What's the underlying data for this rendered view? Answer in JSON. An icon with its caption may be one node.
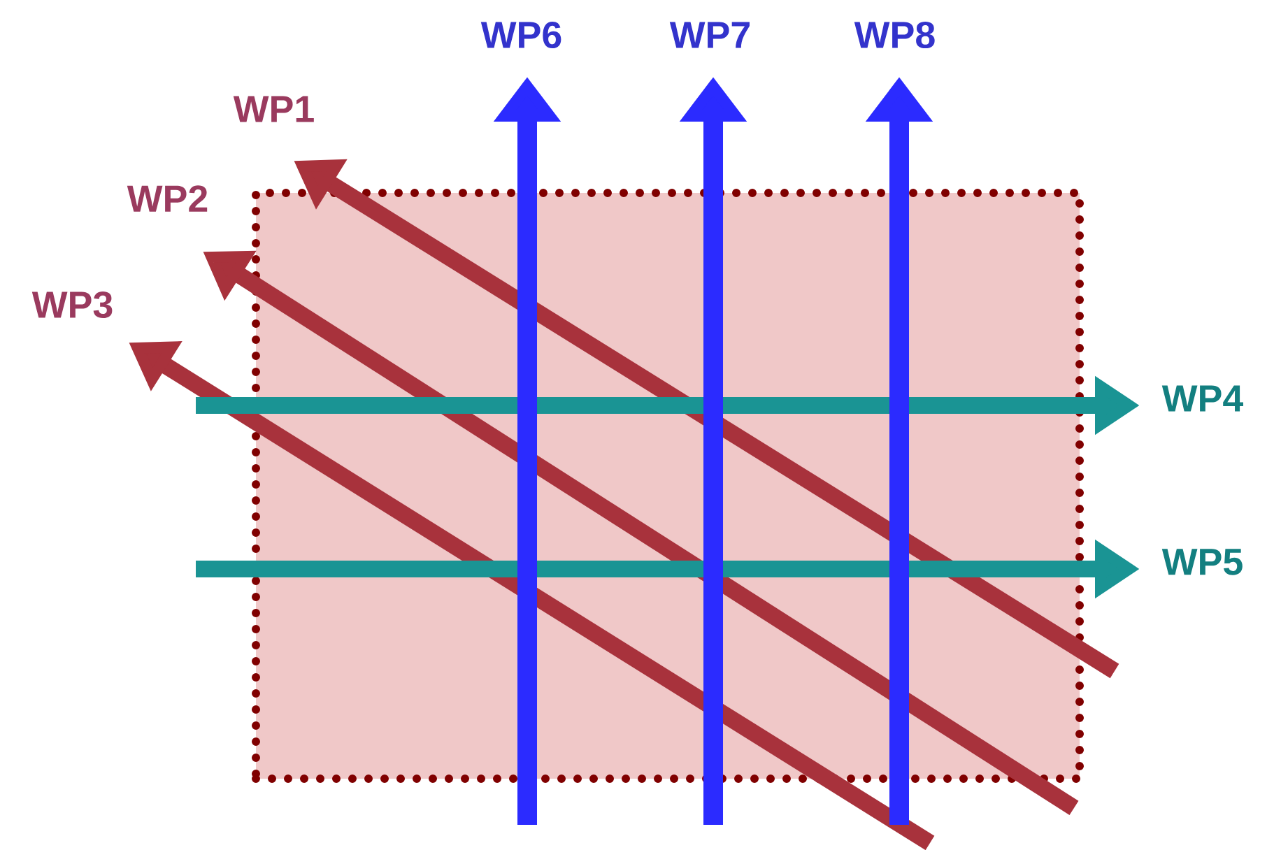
{
  "diagram": {
    "nodes": [
      {
        "text": [],
        "shape": "box"
      },
      {
        "text": [
          "WP1"
        ]
      },
      {
        "text": [
          "WP2"
        ]
      },
      {
        "text": [
          "WP3"
        ]
      },
      {
        "text": [
          "WP4"
        ]
      },
      {
        "text": [
          "WP5"
        ]
      },
      {
        "text": [
          "WP6"
        ]
      },
      {
        "text": [
          "WP7"
        ]
      },
      {
        "text": [
          "WP8"
        ]
      }
    ],
    "edges": [
      {
        "from": null,
        "to": 1,
        "arrow": "to",
        "color": "#a8323c"
      },
      {
        "from": null,
        "to": 2,
        "arrow": "to",
        "color": "#a8323c"
      },
      {
        "from": null,
        "to": 3,
        "arrow": "to",
        "color": "#a8323c"
      },
      {
        "from": null,
        "to": 4,
        "arrow": "to",
        "color": "#1a9494"
      },
      {
        "from": null,
        "to": 5,
        "arrow": "to",
        "color": "#1a9494"
      },
      {
        "from": null,
        "to": 6,
        "arrow": "to",
        "color": "#2b2bff"
      },
      {
        "from": null,
        "to": 7,
        "arrow": "to",
        "color": "#2b2bff"
      },
      {
        "from": null,
        "to": 8,
        "arrow": "to",
        "color": "#2b2bff"
      }
    ]
  }
}
